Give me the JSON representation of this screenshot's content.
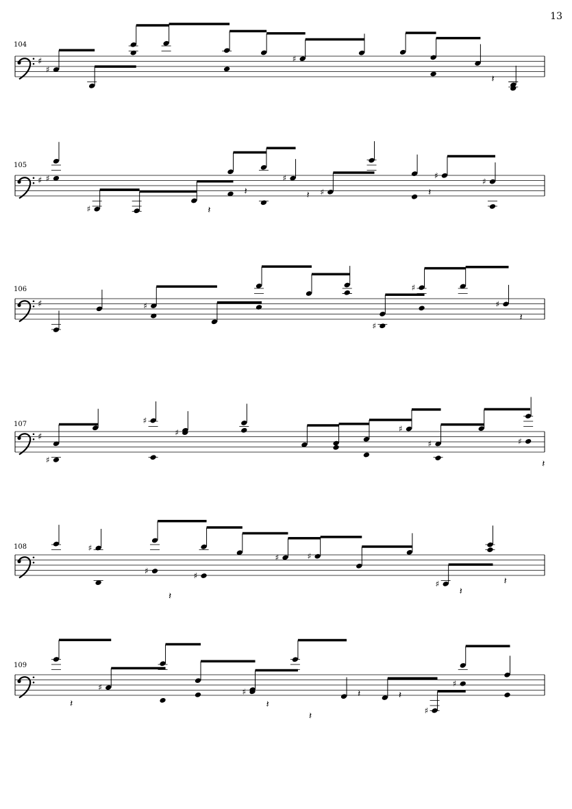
{
  "page": {
    "number": "13"
  },
  "systems": [
    {
      "measure": "104"
    },
    {
      "measure": "105"
    },
    {
      "measure": "106"
    },
    {
      "measure": "107"
    },
    {
      "measure": "108"
    },
    {
      "measure": "109"
    }
  ]
}
